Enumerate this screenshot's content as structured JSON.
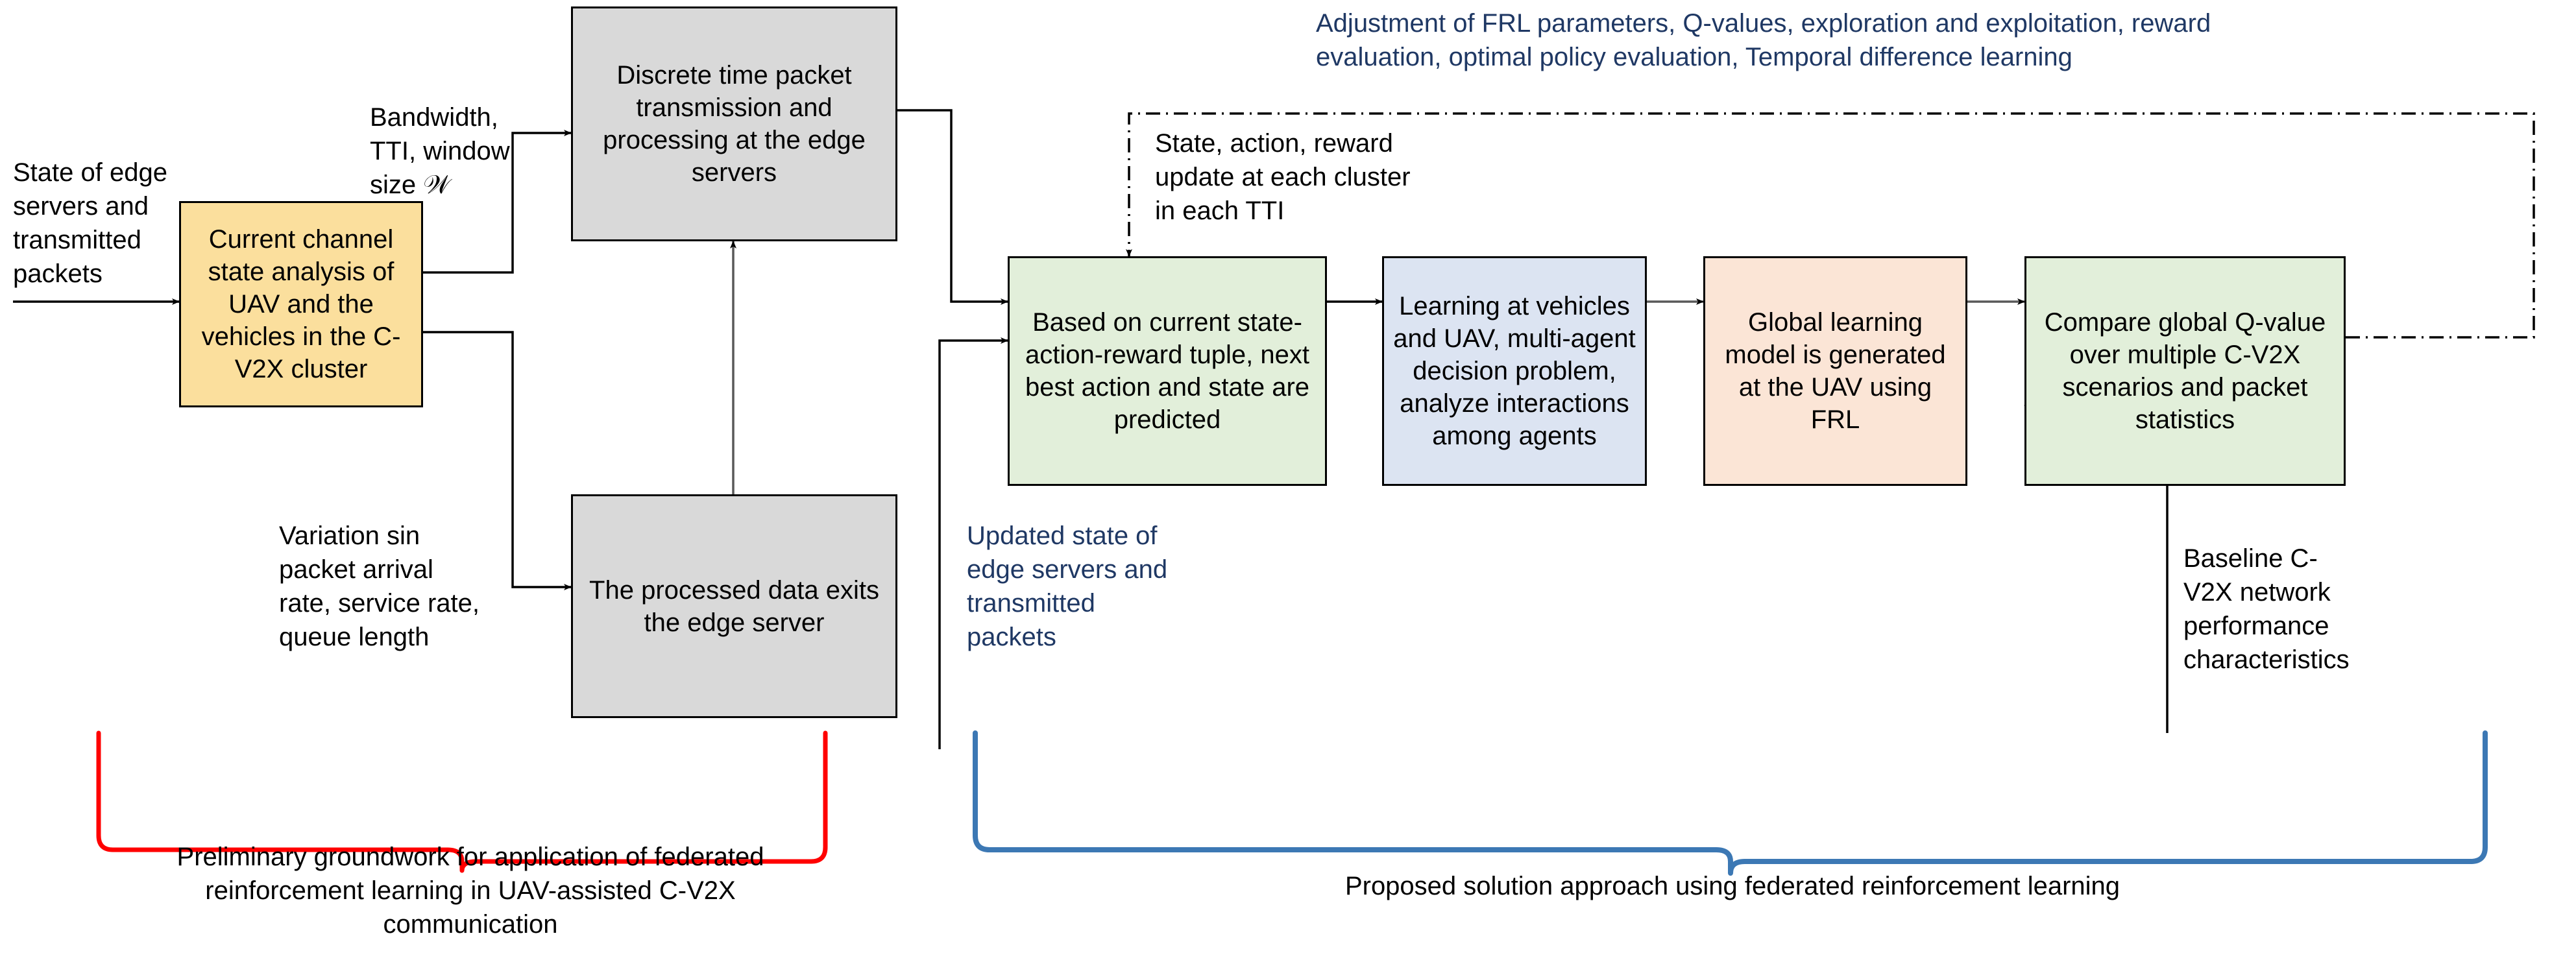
{
  "diagram": {
    "title_absent": true,
    "boxes": [
      {
        "id": "channel-state",
        "text": "Current channel state analysis of UAV and the vehicles in the C-V2X cluster",
        "fill": "#FBDF9D"
      },
      {
        "id": "discrete-time",
        "text": "Discrete time packet transmission and processing at the edge servers",
        "fill": "#D9D9D9"
      },
      {
        "id": "processed-exit",
        "text": "The processed data exits the edge server",
        "fill": "#D9D9D9"
      },
      {
        "id": "predict-action",
        "text": "Based on current state-action-reward tuple, next best action and state are predicted",
        "fill": "#E2EFDA"
      },
      {
        "id": "learning-agents",
        "text": "Learning at vehicles and UAV, multi-agent decision problem, analyze interactions among agents",
        "fill": "#DCE4F2"
      },
      {
        "id": "global-model",
        "text": "Global learning model is generated at the UAV using FRL",
        "fill": "#FBE5D6"
      },
      {
        "id": "compare-q",
        "text": "Compare global Q-value over multiple C-V2X scenarios and packet statistics",
        "fill": "#E2EFDA"
      }
    ],
    "labels": {
      "state_of_edge": "State of edge\nservers and\ntransmitted\npackets",
      "bandwidth_tti": "Bandwidth,\nTTI, window\nsize 𝒲",
      "variation_rates": "Variation sin\npacket arrival\nrate, service rate,\nqueue length",
      "frl_adjustment": "Adjustment of FRL parameters, Q-values, exploration and exploitation, reward\nevaluation, optimal policy evaluation, Temporal difference learning",
      "state_action_reward": "State, action, reward\nupdate at each cluster\nin each TTI",
      "updated_state": "Updated state of\nedge servers and\ntransmitted\npackets",
      "baseline_perf": "Baseline C-\nV2X network\nperformance\ncharacteristics",
      "caption_left": "Preliminary groundwork for application of federated\nreinforcement learning in UAV-assisted C-V2X\ncommunication",
      "caption_right": "Proposed solution approach using federated reinforcement learning"
    },
    "colors": {
      "brace_left": "#FF0000",
      "brace_right": "#3C78B4",
      "label_blue": "#1F3864",
      "wire_black": "#000000",
      "box_yellow": "#FBDF9D",
      "box_gray": "#D9D9D9",
      "box_green": "#E2EFDA",
      "box_blue": "#DCE4F2",
      "box_peach": "#FBE5D6"
    }
  }
}
